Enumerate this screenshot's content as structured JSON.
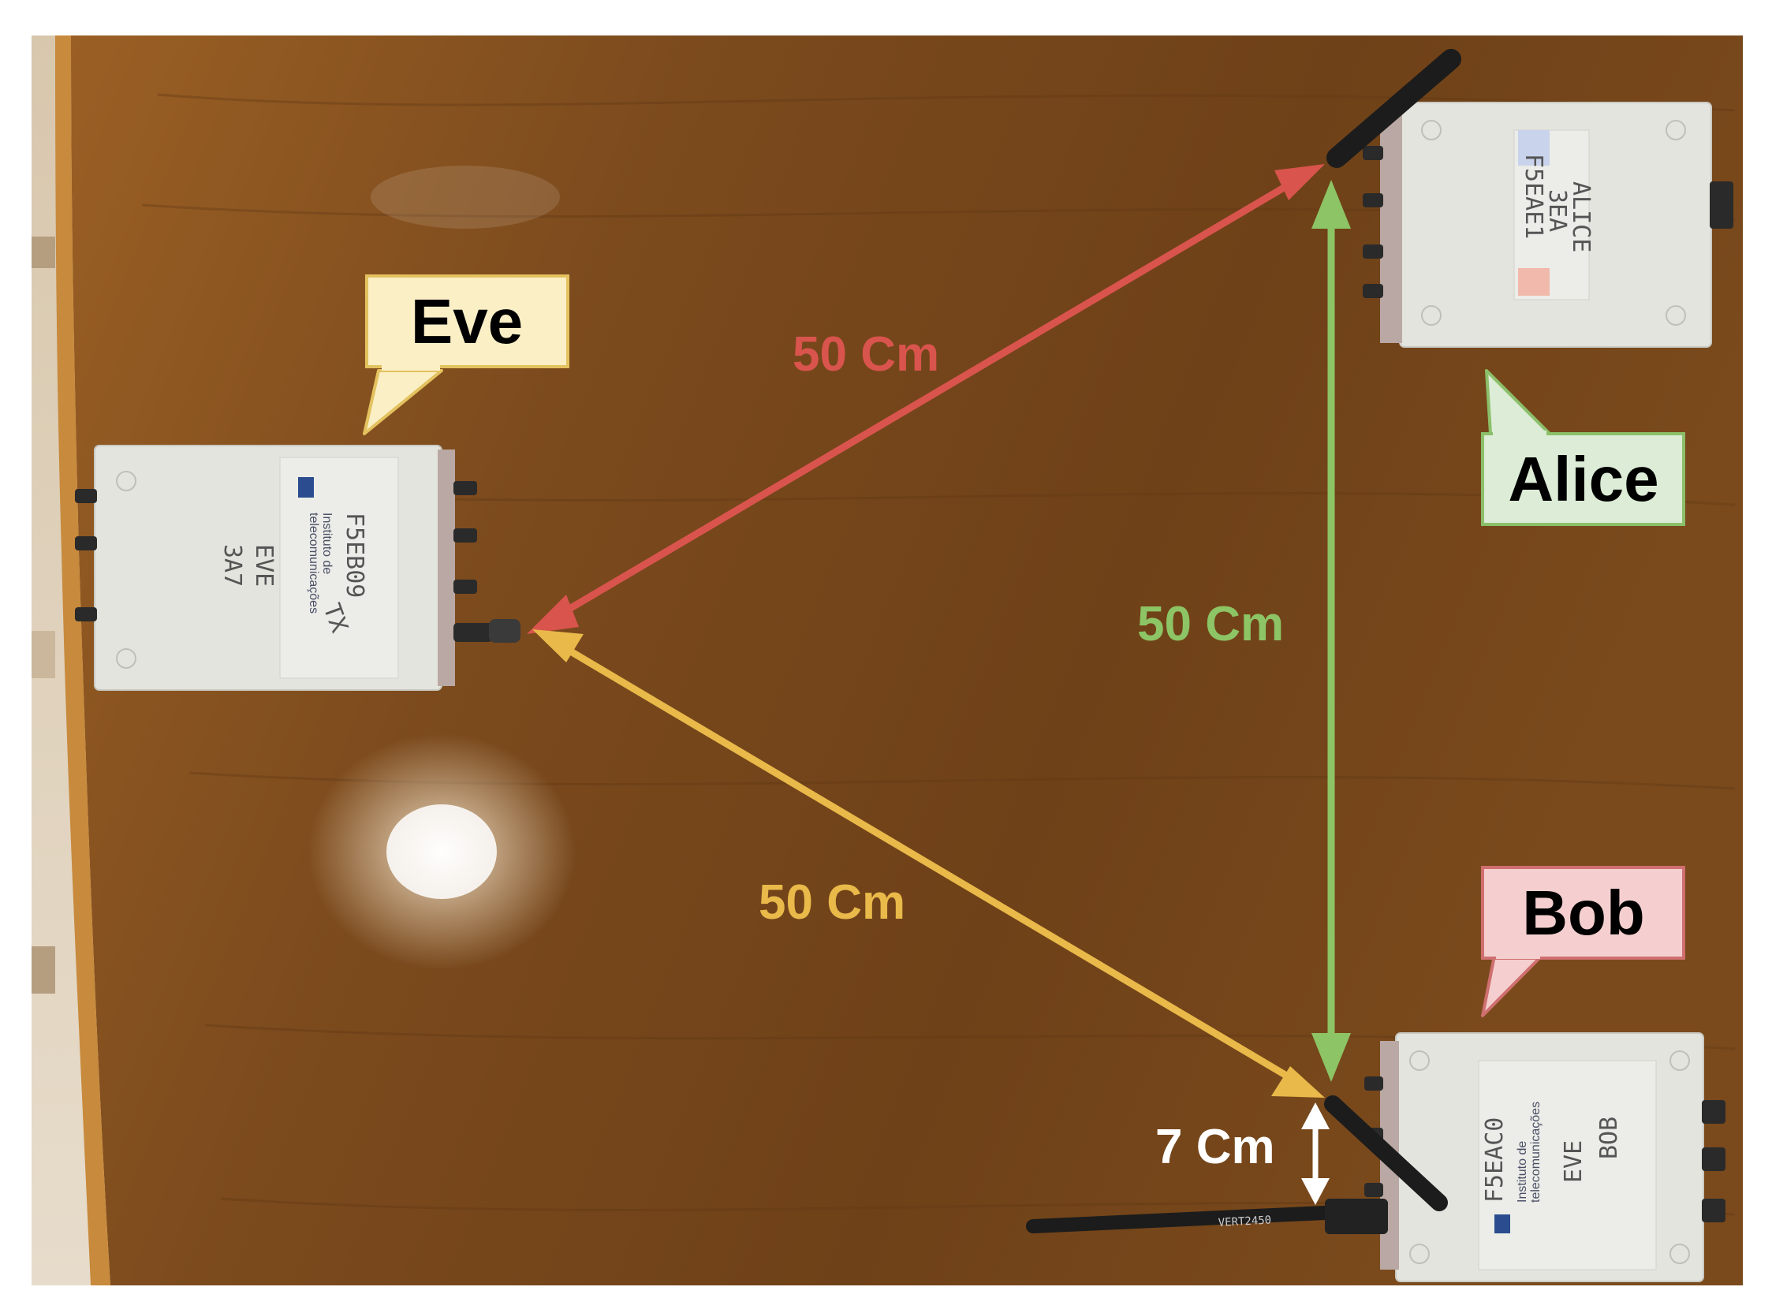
{
  "callouts": {
    "eve": {
      "label": "Eve",
      "fill": "#fbefc6",
      "border": "#e3c25f"
    },
    "alice": {
      "label": "Alice",
      "fill": "#dcecd6",
      "border": "#8cbf6a"
    },
    "bob": {
      "label": "Bob",
      "fill": "#f5cfcf",
      "border": "#cf6f6f"
    }
  },
  "distances": {
    "eve_alice": {
      "label": "50 Cm",
      "color": "#d9544d"
    },
    "alice_bob": {
      "label": "50 Cm",
      "color": "#8dc465"
    },
    "eve_bob": {
      "label": "50 Cm",
      "color": "#e9b94a"
    },
    "bob_antennas": {
      "label": "7 Cm",
      "color": "#ffffff"
    }
  },
  "devices": {
    "eve": {
      "tag": "F5EB09",
      "note_a": "3A7",
      "note_b": "EVE",
      "note_c": "TX",
      "brand_a": "Instituto de",
      "brand_b": "telecomunicações"
    },
    "alice": {
      "tag": "F5EAE1",
      "note_a": "3EA",
      "note_b": "ALICE"
    },
    "bob": {
      "tag": "F5EAC0",
      "note_a": "BOB",
      "note_b": "EVE",
      "brand_a": "Instituto de",
      "brand_b": "telecomunicações",
      "antenna_text": "VERT2450"
    }
  },
  "colors": {
    "table_wood": "#7a4a1c",
    "table_edge": "#c88a3c",
    "device_body": "#e4e4df"
  }
}
